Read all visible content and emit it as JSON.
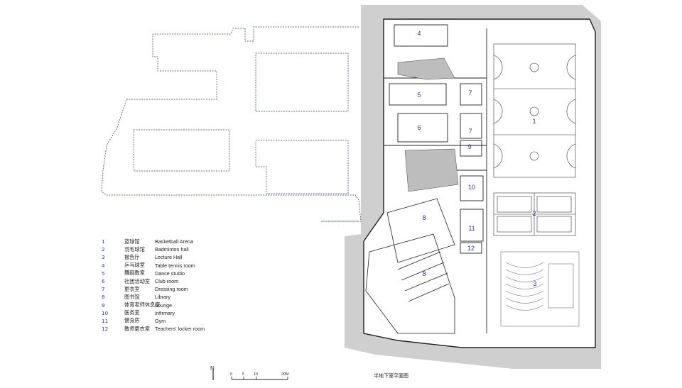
{
  "legend": [
    {
      "num": "1",
      "cn": "篮球馆",
      "en": "Basketball Arena"
    },
    {
      "num": "2",
      "cn": "羽毛球馆",
      "en": "Badminton hall"
    },
    {
      "num": "3",
      "cn": "报告厅",
      "en": "Lecture Hall"
    },
    {
      "num": "4",
      "cn": "乒乓球室",
      "en": "Table tennis room"
    },
    {
      "num": "5",
      "cn": "舞蹈教室",
      "en": "Dance studio"
    },
    {
      "num": "6",
      "cn": "社团活动室",
      "en": "Club room"
    },
    {
      "num": "7",
      "cn": "更衣室",
      "en": "Dressing room"
    },
    {
      "num": "8",
      "cn": "图书馆",
      "en": "Library"
    },
    {
      "num": "9",
      "cn": "体育老师休息室",
      "en": "Lounge"
    },
    {
      "num": "10",
      "cn": "医务室",
      "en": "Infirmary"
    },
    {
      "num": "11",
      "cn": "健身房",
      "en": "Gym"
    },
    {
      "num": "12",
      "cn": "教师更衣室",
      "en": "Teachers' locker room"
    }
  ],
  "room_labels": {
    "r1": "1",
    "r2": "2",
    "r3": "3",
    "r4": "4",
    "r5": "5",
    "r6": "6",
    "r7a": "7",
    "r7b": "7",
    "r8a": "8",
    "r8b": "8",
    "r9": "9",
    "r10": "10",
    "r11": "11",
    "r12": "12"
  },
  "north": "N",
  "scale": {
    "t0": "0",
    "t5": "5",
    "t10": "10",
    "t20": "20M"
  },
  "caption": "半地下室平面图",
  "colors": {
    "ink": "#222222",
    "dash": "#2a3a8c",
    "site": "#cfcfcf",
    "grey": "#bdbdbd"
  }
}
